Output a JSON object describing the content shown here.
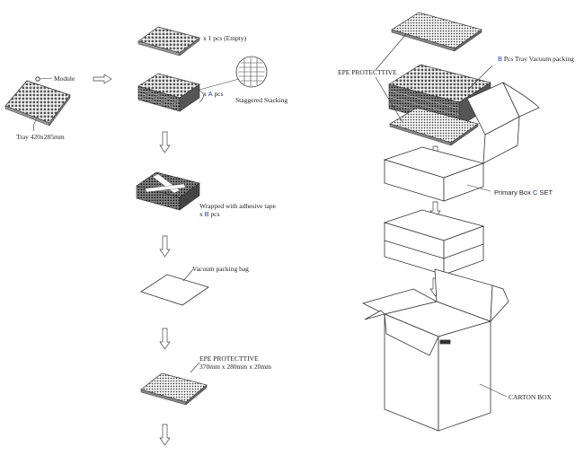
{
  "labels": {
    "module": "Module",
    "tray": "Tray 420x285mm",
    "empty_prefix": "x 1 pcs (Empty)",
    "stack_x": "x",
    "stack_var": "A",
    "stack_pcs": "pcs",
    "staggered": "Staggered Stacking",
    "wrapped": "Wrapped with adhesive tape",
    "wrapped_x": "x",
    "wrapped_var": "B",
    "wrapped_pcs": "pcs",
    "vacuum_bag": "Vacuum packing bag",
    "epe_left_1": "EPE PROTECTTIVE",
    "epe_left_2": "370mm x 280mm x 20mm",
    "epe_right": "EPE PROTECTTIVE",
    "right_tray_var": "B",
    "right_tray_text": "Pcs Tray Vacuum packing",
    "primary_text": "Primary Box",
    "primary_var": "C",
    "primary_set": "SET",
    "carton": "CARTON BOX"
  },
  "colors": {
    "line": "#333333",
    "variable": "#2a3aa6"
  }
}
